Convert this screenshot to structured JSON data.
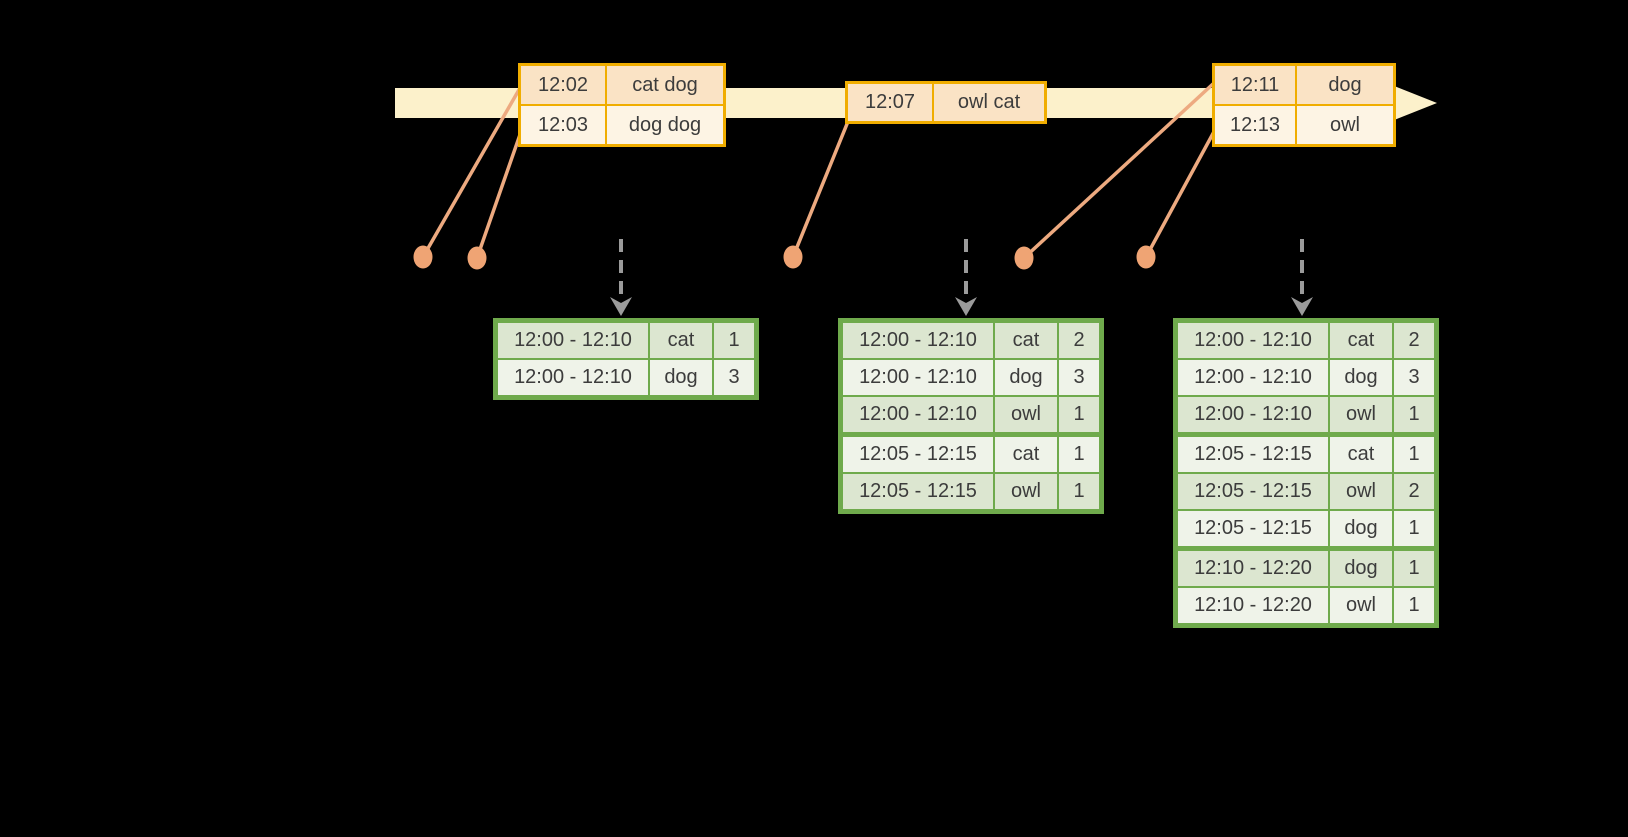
{
  "colors": {
    "background": "#000000",
    "timeline_band": "#fcf1cb",
    "event_border": "#f0ad00",
    "event_row_odd": "#fae3c5",
    "event_row_even": "#fdf4e4",
    "connector": "#edaa80",
    "connector_dot": "#efa474",
    "result_border": "#6faa4c",
    "result_row_dark": "#dce6d0",
    "result_row_light": "#eff3e9",
    "trigger_arrow": "#9b9b9b",
    "text": "#3c3c3c"
  },
  "event_tables": [
    {
      "name": "events-12-02",
      "rows": [
        {
          "time": "12:02",
          "data": "cat dog"
        },
        {
          "time": "12:03",
          "data": "dog dog"
        }
      ]
    },
    {
      "name": "events-12-07",
      "rows": [
        {
          "time": "12:07",
          "data": "owl cat"
        }
      ]
    },
    {
      "name": "events-12-11",
      "rows": [
        {
          "time": "12:11",
          "data": "dog"
        },
        {
          "time": "12:13",
          "data": "owl"
        }
      ]
    }
  ],
  "result_tables": [
    {
      "name": "result-table-1",
      "thick_after": [],
      "rows": [
        {
          "window": "12:00 - 12:10",
          "word": "cat",
          "count": "1"
        },
        {
          "window": "12:00 - 12:10",
          "word": "dog",
          "count": "3"
        }
      ]
    },
    {
      "name": "result-table-2",
      "thick_after": [
        2
      ],
      "rows": [
        {
          "window": "12:00 - 12:10",
          "word": "cat",
          "count": "2"
        },
        {
          "window": "12:00 - 12:10",
          "word": "dog",
          "count": "3"
        },
        {
          "window": "12:00 - 12:10",
          "word": "owl",
          "count": "1"
        },
        {
          "window": "12:05 - 12:15",
          "word": "cat",
          "count": "1"
        },
        {
          "window": "12:05 - 12:15",
          "word": "owl",
          "count": "1"
        }
      ]
    },
    {
      "name": "result-table-3",
      "thick_after": [
        2,
        5
      ],
      "rows": [
        {
          "window": "12:00 - 12:10",
          "word": "cat",
          "count": "2"
        },
        {
          "window": "12:00 - 12:10",
          "word": "dog",
          "count": "3"
        },
        {
          "window": "12:00 - 12:10",
          "word": "owl",
          "count": "1"
        },
        {
          "window": "12:05 - 12:15",
          "word": "cat",
          "count": "1"
        },
        {
          "window": "12:05 - 12:15",
          "word": "owl",
          "count": "2"
        },
        {
          "window": "12:05 - 12:15",
          "word": "dog",
          "count": "1"
        },
        {
          "window": "12:10 - 12:20",
          "word": "dog",
          "count": "1"
        },
        {
          "window": "12:10 - 12:20",
          "word": "owl",
          "count": "1"
        }
      ]
    }
  ]
}
